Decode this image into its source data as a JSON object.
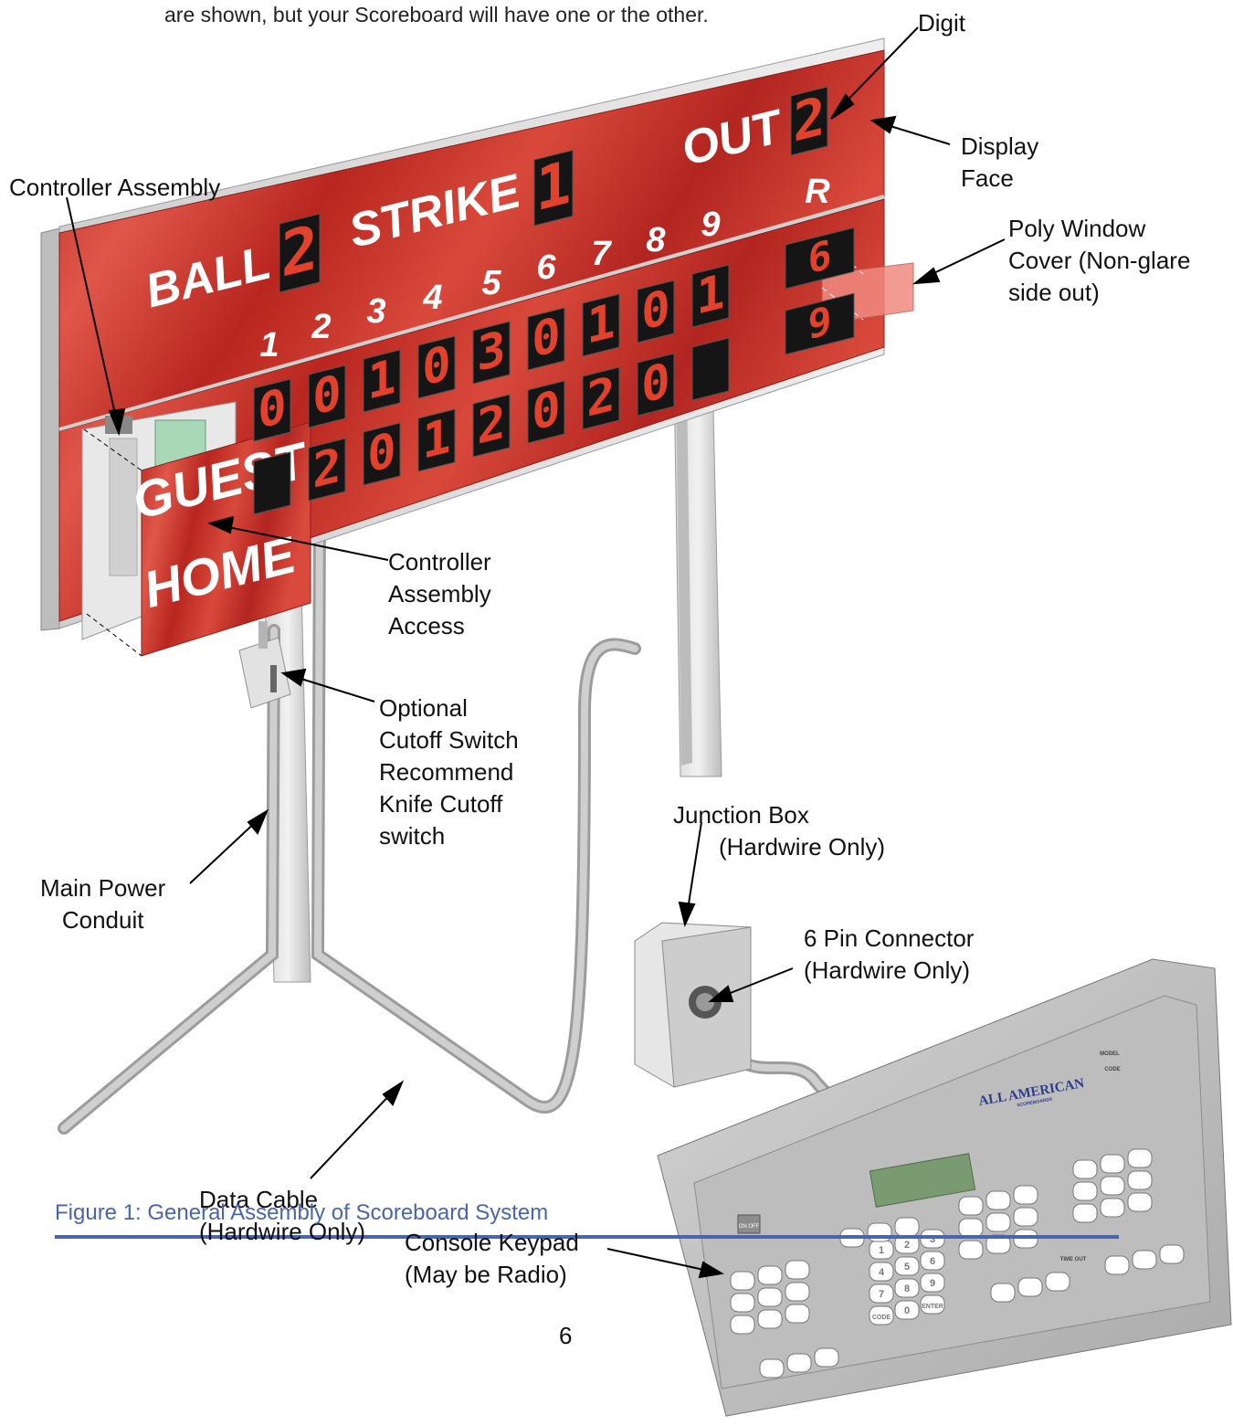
{
  "intro_text": "are shown, but your Scoreboard will have one or the other.",
  "scoreboard": {
    "labels": {
      "ball": "BALL",
      "strike": "STRIKE",
      "out": "OUT",
      "runs": "R",
      "guest": "GUEST",
      "home": "HOME"
    },
    "ball_count": "2",
    "strike_count": "1",
    "out_count": "2",
    "innings": [
      "1",
      "2",
      "3",
      "4",
      "5",
      "6",
      "7",
      "8",
      "9"
    ],
    "guest_scores": [
      "0",
      "0",
      "1",
      "0",
      "3",
      "0",
      "1",
      "0",
      "1"
    ],
    "home_scores": [
      "",
      "2",
      "0",
      "1",
      "2",
      "0",
      "2",
      "0",
      ""
    ],
    "guest_runs": "6",
    "home_runs": "9",
    "face_color": "#c8352a",
    "digit_color": "#e2412b"
  },
  "callouts": {
    "digit": [
      "Digit"
    ],
    "display_face": [
      "Display",
      "Face"
    ],
    "controller_assembly": [
      "Controller Assembly"
    ],
    "poly_window": [
      "Poly Window",
      "Cover (Non-glare",
      "side out)"
    ],
    "controller_access": [
      "Controller",
      "Assembly",
      "Access"
    ],
    "cutoff_switch": [
      "Optional",
      "Cutoff Switch",
      "Recommend",
      "Knife Cutoff",
      "switch"
    ],
    "junction_box": [
      "Junction Box",
      "(Hardwire Only)"
    ],
    "main_power": [
      "Main Power",
      "Conduit"
    ],
    "pin_connector": [
      "6 Pin Connector",
      "(Hardwire Only)"
    ],
    "data_cable": [
      "Data Cable",
      "(Hardwire Only)"
    ],
    "console_keypad": [
      "Console Keypad",
      "(May be Radio)"
    ]
  },
  "console": {
    "brand": "ALL AMERICAN",
    "brand_sub": "SCOREBOARDS",
    "model_label": "MODEL",
    "code_label": "CODE",
    "onoff_label": "ON OFF",
    "numpad": [
      "1",
      "2",
      "3",
      "4",
      "5",
      "6",
      "7",
      "8",
      "9",
      "CODE",
      "0",
      "ENTER"
    ],
    "time_out_label": "TIME OUT"
  },
  "caption": "Figure 1: General Assembly of Scoreboard System",
  "page_number": "6",
  "colors": {
    "accent_rule": "#4a64b0",
    "caption": "#4a64b0"
  }
}
